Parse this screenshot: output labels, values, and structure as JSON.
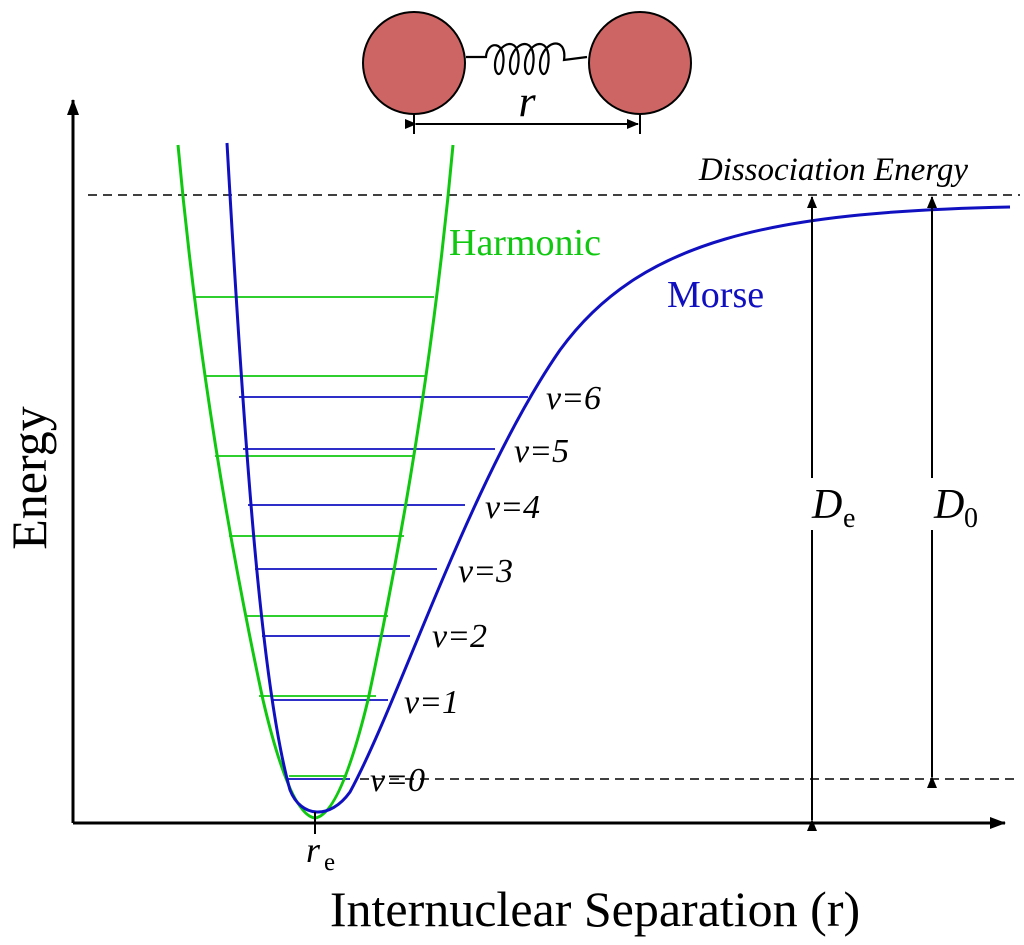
{
  "axes": {
    "y_label": "Energy",
    "x_label": "Internuclear Separation (r)"
  },
  "molecule": {
    "separation_label": "r"
  },
  "curves": {
    "harmonic": {
      "label": "Harmonic",
      "color": "#10c810"
    },
    "morse": {
      "label": "Morse",
      "color": "#1010c0"
    }
  },
  "dissociation": {
    "label": "Dissociation Energy"
  },
  "equilibrium": {
    "symbol": "r",
    "subscript": "e"
  },
  "energy_levels": [
    {
      "label": "v=0"
    },
    {
      "label": "v=1"
    },
    {
      "label": "v=2"
    },
    {
      "label": "v=3"
    },
    {
      "label": "v=4"
    },
    {
      "label": "v=5"
    },
    {
      "label": "v=6"
    }
  ],
  "arrows": {
    "De": {
      "symbol": "D",
      "subscript": "e"
    },
    "D0": {
      "symbol": "D",
      "subscript": "0"
    }
  },
  "colors": {
    "atom": "#cd6565",
    "axis": "#000000"
  }
}
